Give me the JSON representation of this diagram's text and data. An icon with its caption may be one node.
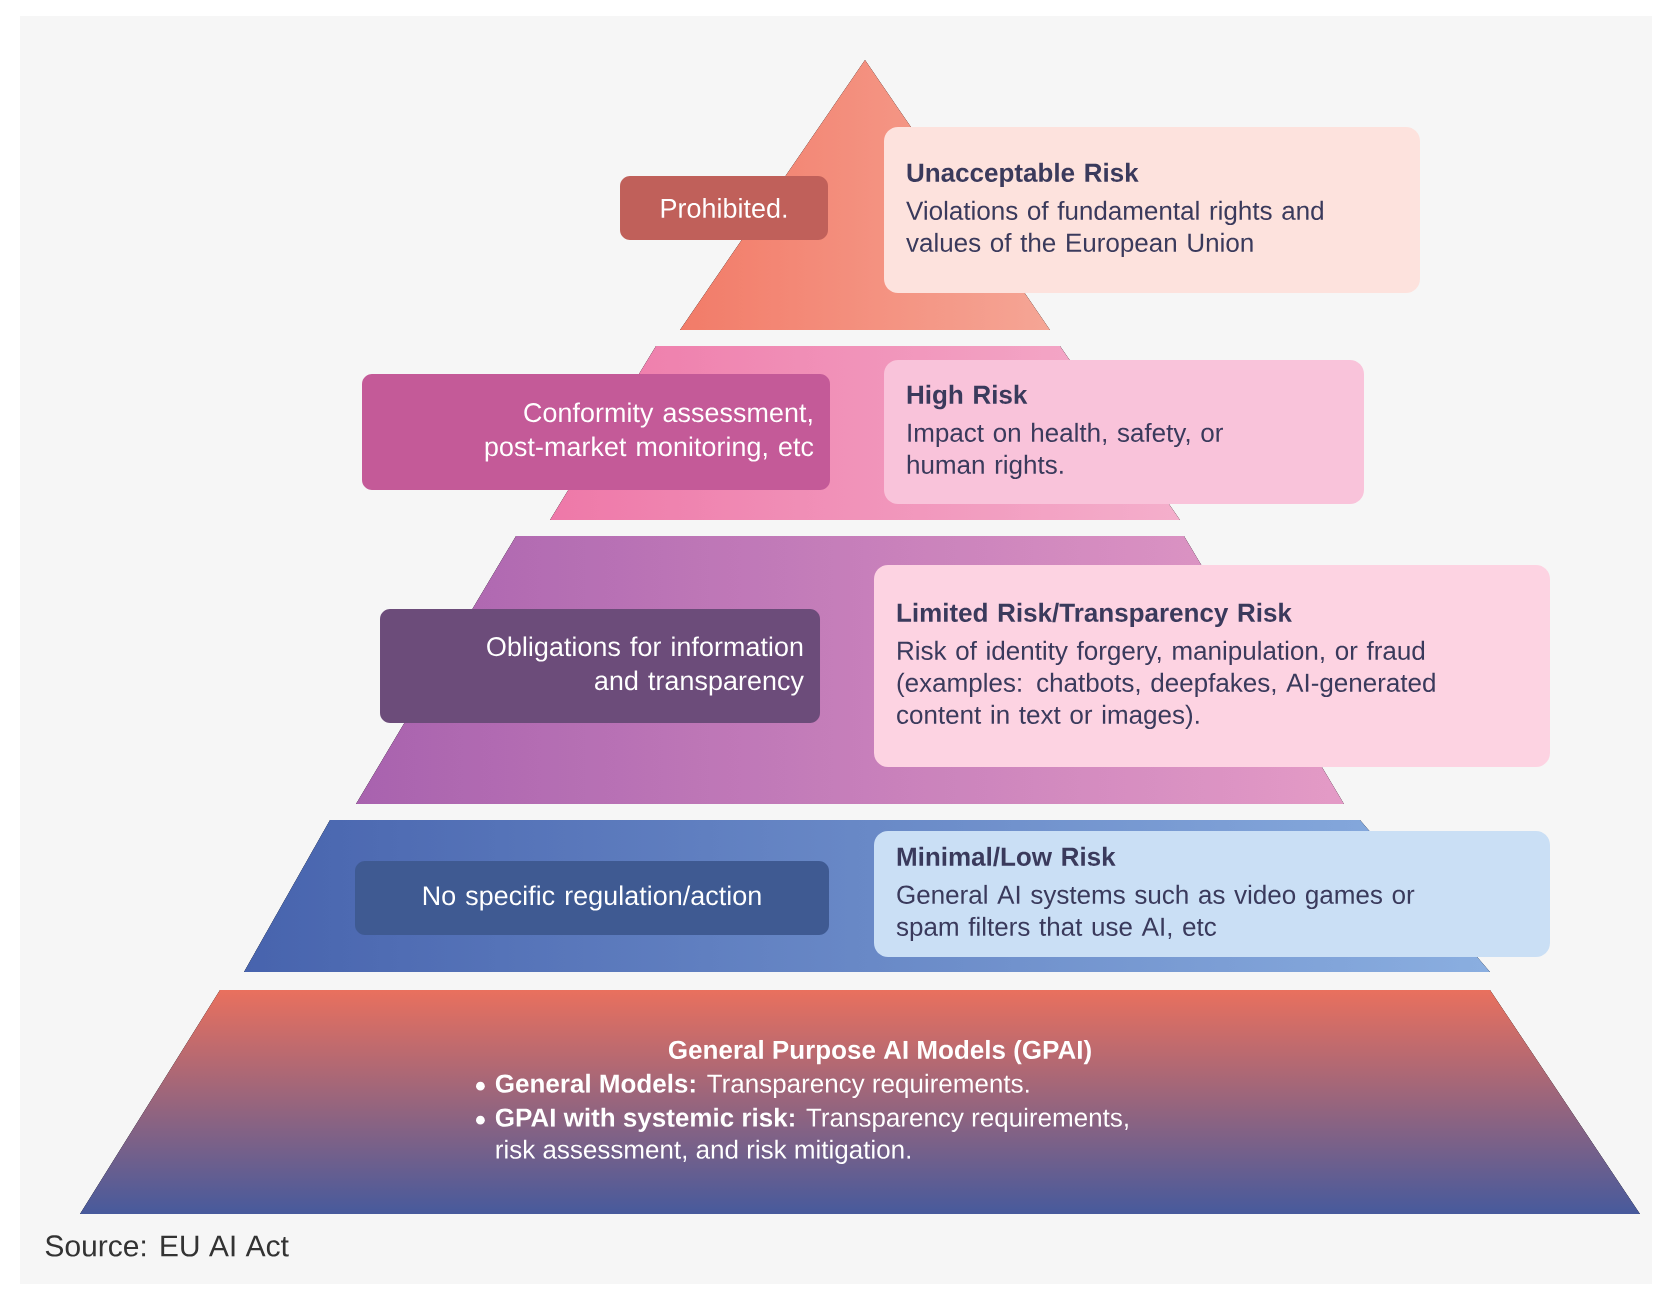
{
  "diagram": {
    "nodes": [
      {
        "text": [],
        "shape": "triangle"
      },
      {
        "text": [
          "Prohibited."
        ]
      },
      {
        "text": [
          "Unacceptable Risk",
          "Violations of fundamental rights and values of the European Union"
        ]
      },
      {
        "text": [],
        "shape": "band"
      },
      {
        "text": [
          "Conformity assessment, post-market monitoring, etc"
        ]
      },
      {
        "text": [
          "High Risk",
          "Impact on health, safety, or human rights."
        ]
      },
      {
        "text": [],
        "shape": "band"
      },
      {
        "text": [
          "Obligations for information and transparency"
        ],
        "in": 6
      },
      {
        "text": [
          "Limited Risk/Transparency Risk",
          "Risk of identity forgery, manipulation, or fraud (examples: chatbots, deepfakes, AI-generated content in text or images)."
        ]
      },
      {
        "text": [],
        "shape": "band"
      },
      {
        "text": [
          "No specific regulation/action"
        ],
        "in": 9
      },
      {
        "text": [
          "Minimal/Low Risk",
          "General AI systems such as video games or spam filters that use AI, etc"
        ]
      },
      {
        "text": [
          "General Purpose AI Models (GPAI)",
          "**General Models:** Transparency requirements.",
          "**GPAI with systemic risk:** Transparency requirements, risk assessment, and risk mitigation."
        ]
      }
    ],
    "edges": [],
    "labels": [
      "Source: EU AI Act"
    ]
  }
}
